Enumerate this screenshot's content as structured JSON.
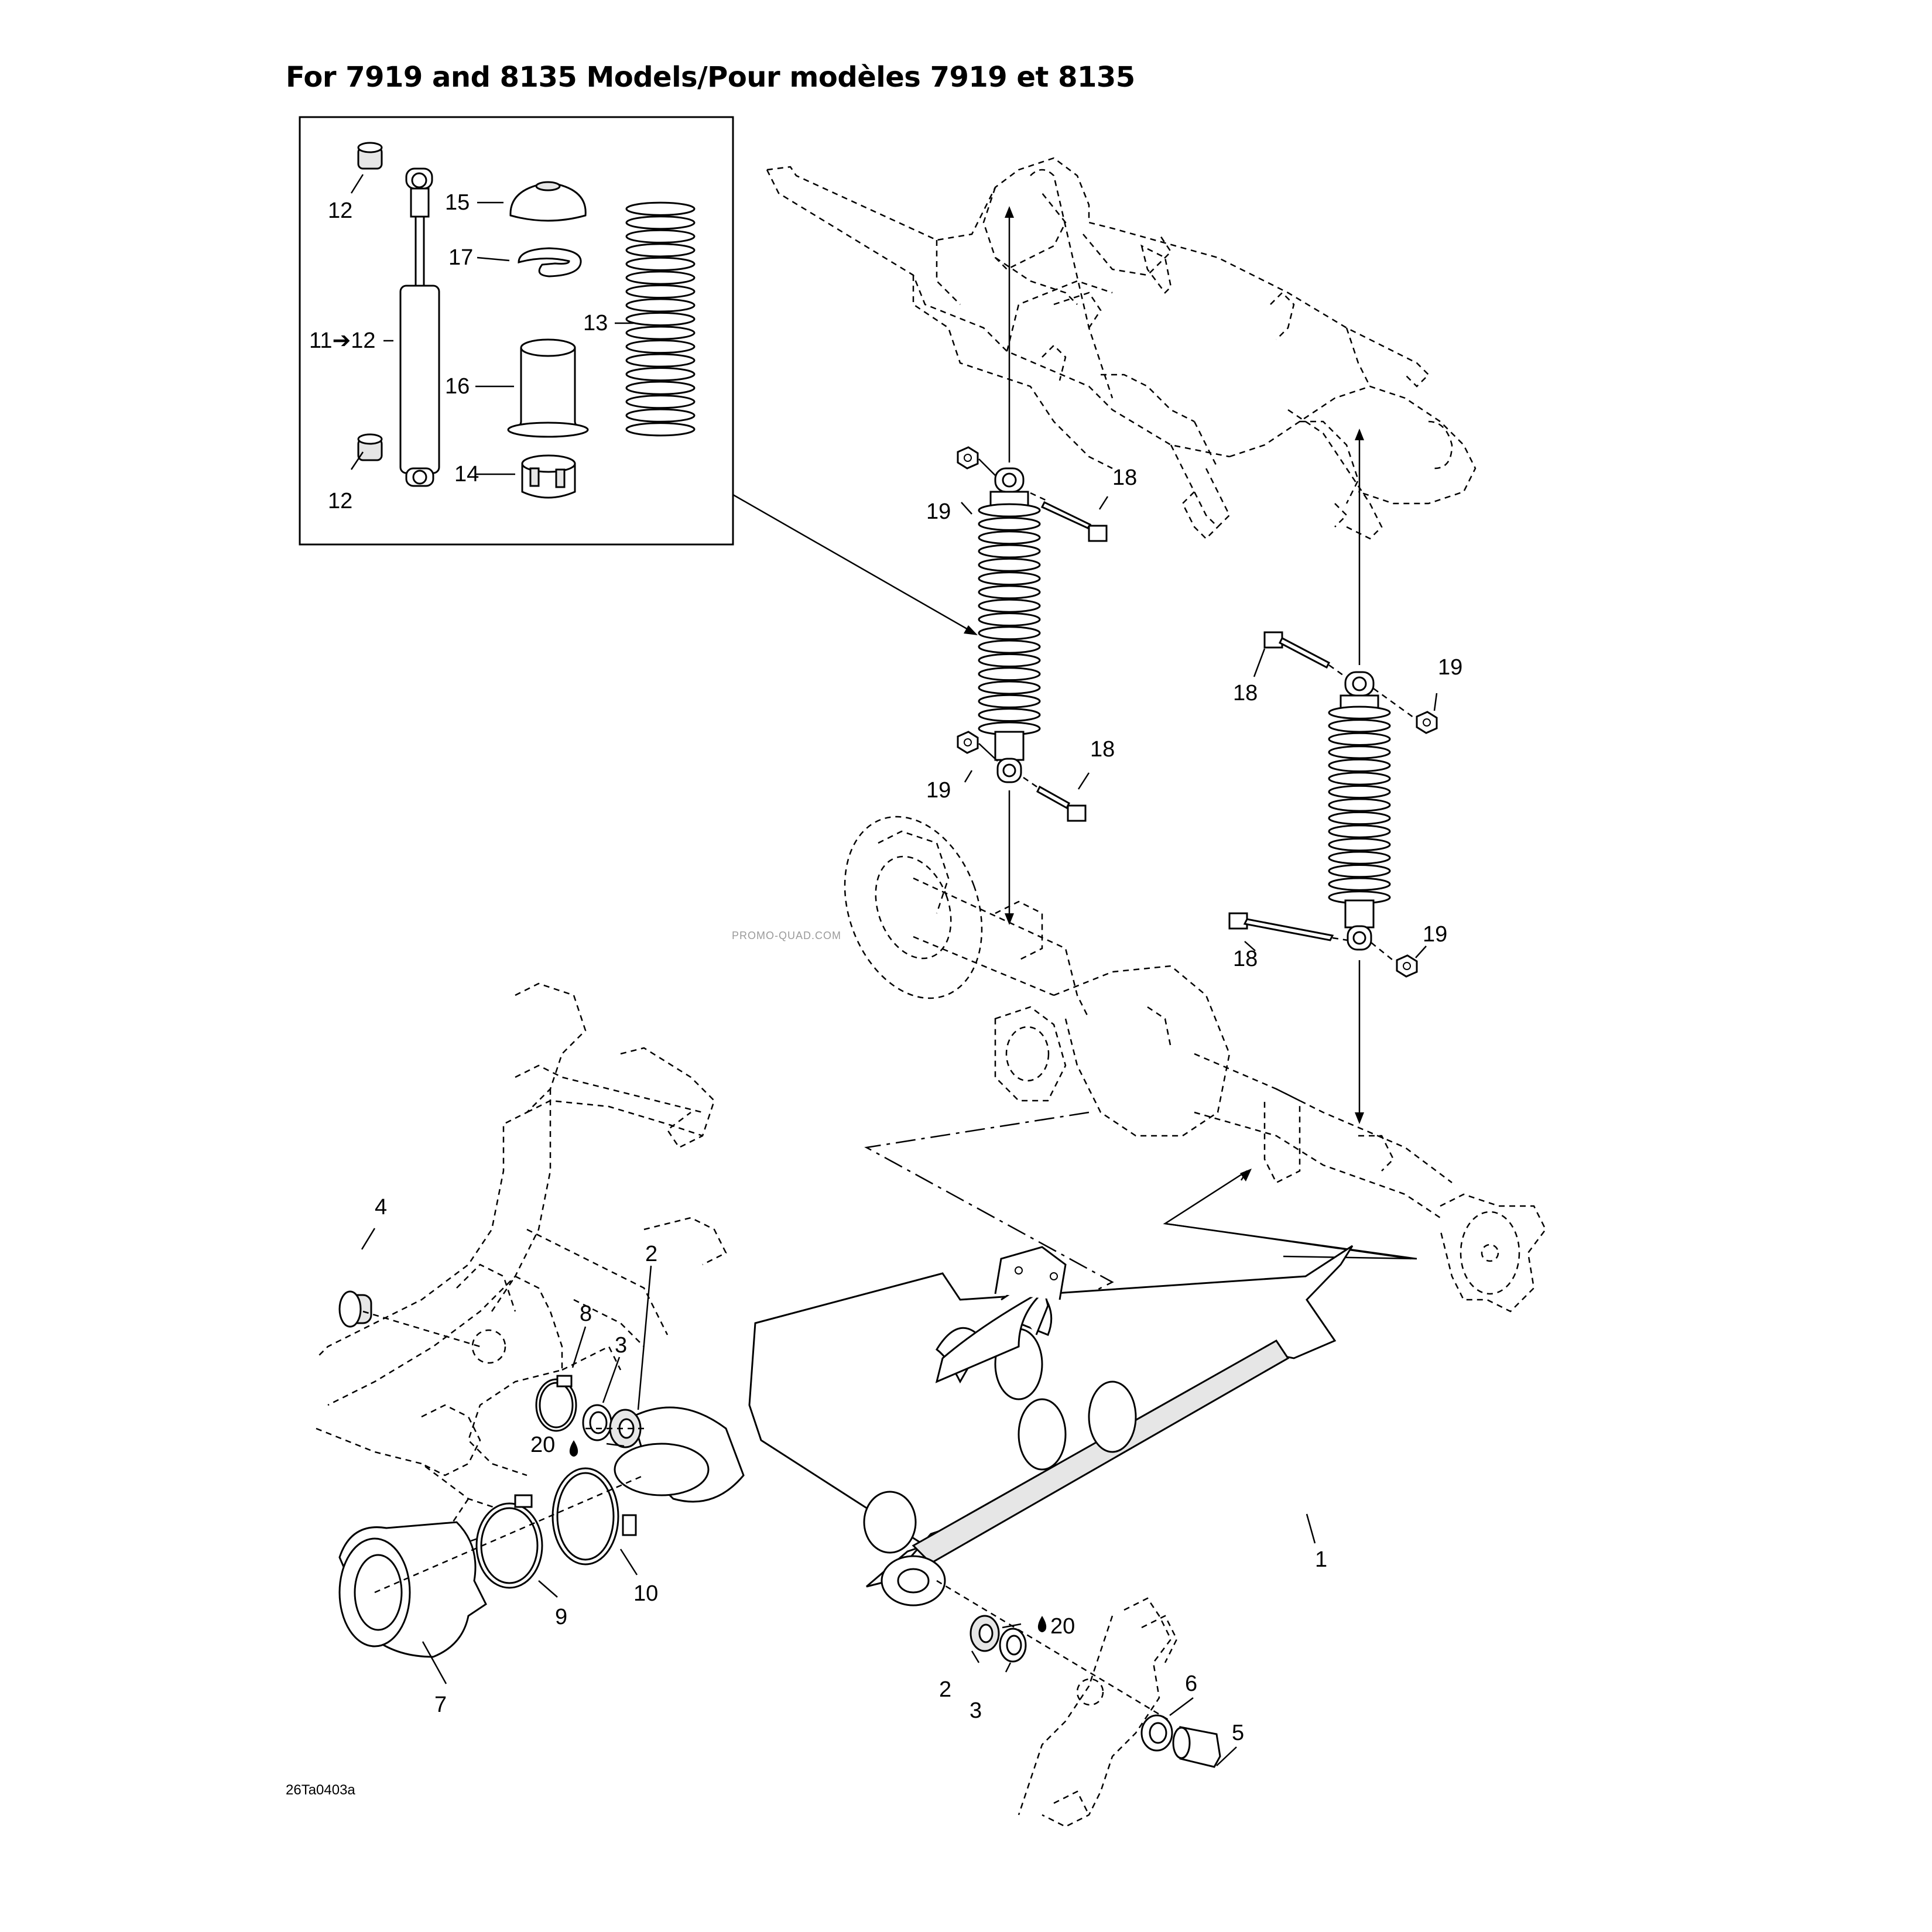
{
  "title": "For 7919 and 8135 Models/Pour modèles 7919 et 8135",
  "reference_code": "26Ta0403a",
  "watermark": "PROMO-QUAD.COM",
  "callouts": {
    "c12a": "12",
    "c12b": "12",
    "c15": "15",
    "c17": "17",
    "c11": "11➔12",
    "c16": "16",
    "c14": "14",
    "c13": "13",
    "c19a": "19",
    "c18a": "18",
    "c19b": "19",
    "c18b": "18",
    "c18c": "18",
    "c19c": "19",
    "c18d": "18",
    "c19d": "19",
    "c4": "4",
    "c8": "8",
    "c3a": "3",
    "c2a": "2",
    "c20a": "20",
    "c1": "1",
    "c10": "10",
    "c9": "9",
    "c7": "7",
    "c20b": "20",
    "c2b": "2",
    "c3b": "3",
    "c6": "6",
    "c5": "5"
  }
}
